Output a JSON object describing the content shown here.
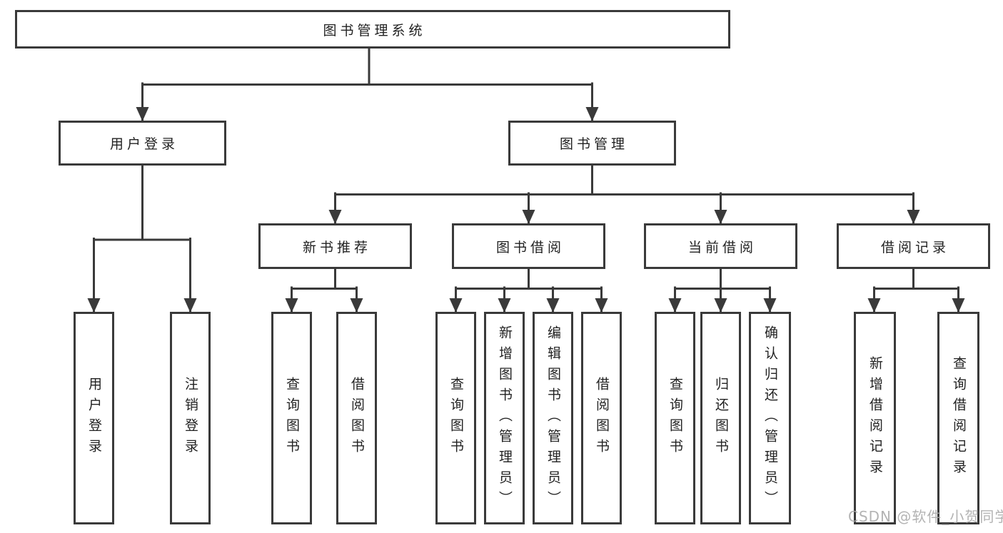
{
  "colors": {
    "line": "#3a3a3a",
    "box_border": "#3a3a3a",
    "box_background": "#ffffff",
    "text": "#222222",
    "page_background": "#ffffff",
    "watermark": "#a9a9a9"
  },
  "nodes": {
    "root": {
      "label": "图书管理系统"
    },
    "user_login": {
      "label": "用户登录"
    },
    "book_management": {
      "label": "图书管理"
    },
    "new_book_recommend": {
      "label": "新书推荐"
    },
    "book_borrowing": {
      "label": "图书借阅"
    },
    "current_borrowing": {
      "label": "当前借阅"
    },
    "borrowing_records": {
      "label": "借阅记录"
    },
    "leaves": {
      "user_login_action": {
        "label": "用户登录"
      },
      "logout_action": {
        "label": "注销登录"
      },
      "recommend_query_book": {
        "label": "查询图书"
      },
      "recommend_borrow_book": {
        "label": "借阅图书"
      },
      "borrow_query_book": {
        "label": "查询图书"
      },
      "borrow_add_book": {
        "label": "新增图书（管理员）"
      },
      "borrow_edit_book": {
        "label": "编辑图书（管理员）"
      },
      "borrow_borrow_book": {
        "label": "借阅图书"
      },
      "current_query_book": {
        "label": "查询图书"
      },
      "current_return_book": {
        "label": "归还图书"
      },
      "current_confirm_return": {
        "label": "确认归还（管理员）"
      },
      "record_add_record": {
        "label": "新增借阅记录"
      },
      "record_query_record": {
        "label": "查询借阅记录"
      }
    }
  },
  "watermark": {
    "text": "CSDN @软件_小贺同学"
  }
}
